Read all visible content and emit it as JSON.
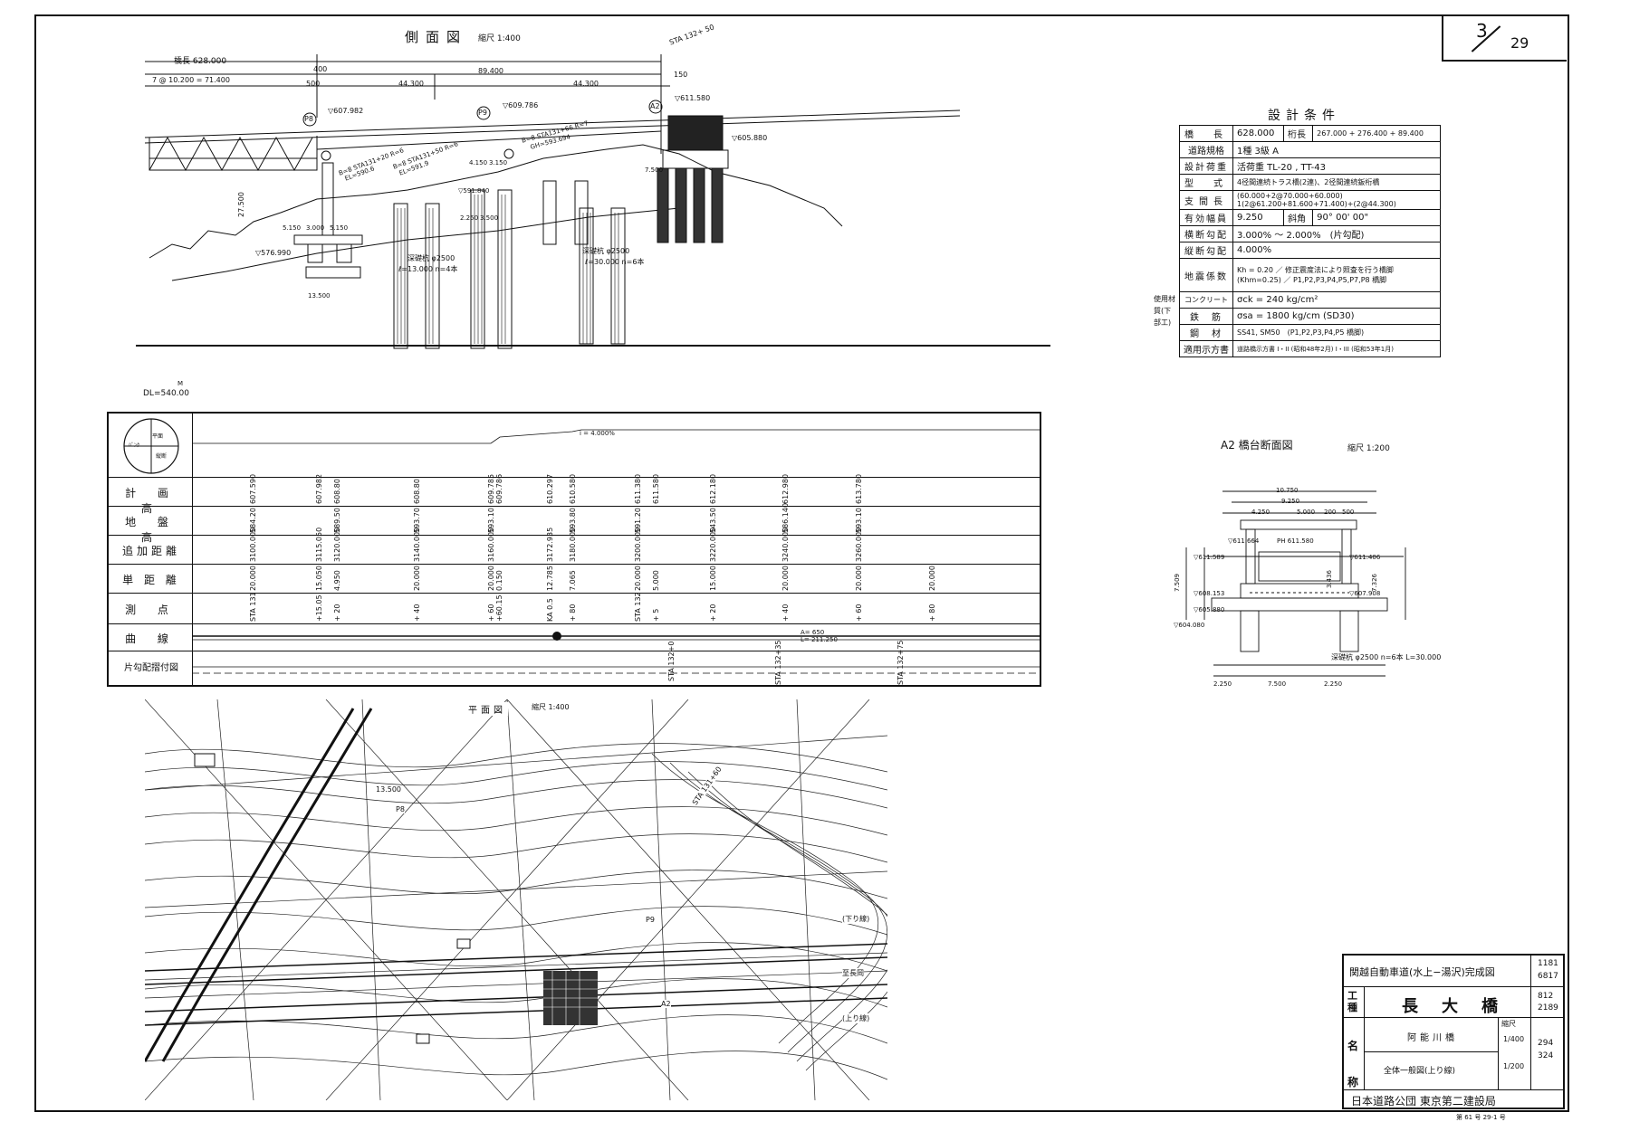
{
  "sheet": {
    "num": "3",
    "total": "29"
  },
  "side_view": {
    "title": "側面図",
    "scale": "縮尺 1:400",
    "bridge_length": "橋長 628.000",
    "span_note": "7 @ 10.200 = 71.400",
    "dims": [
      "400",
      "89.400",
      "44.300",
      "44.300",
      "500",
      "150"
    ],
    "sta_top": "STA 132+ 50",
    "pier_labels": [
      "P8",
      "P9",
      "A2"
    ],
    "elevations": [
      "▽607.982",
      "▽609.786",
      "▽611.580",
      "▽605.880"
    ],
    "notes": [
      "B=8 STA131+20 R=6",
      "EL=590.6",
      "B=8 STA131+50 R=6",
      "EL=591.9",
      "B=8 STA131+66 R=7",
      "GH=593.694"
    ],
    "pile_note1": "深礎杭 φ2500",
    "pile_note1b": "ℓ=13.000 n=4本",
    "pile_note2": "深礎杭 φ2500",
    "pile_note2b": "ℓ=30.000 n=6本",
    "dl": "DL=540.00",
    "dl_m": "M",
    "misc_dims": [
      "27.500",
      "5.150",
      "3.000",
      "5.150",
      "13.500",
      "4.150",
      "3.150",
      "2.250",
      "3.500",
      "7.500"
    ],
    "left_elev": "▽576.990",
    "right_elev": "▽591.840",
    "slope": "i = 4.000%"
  },
  "profile_table": {
    "rows": [
      "計 画 高",
      "地 盤 高",
      "追加距離",
      "単 距 離",
      "測 点",
      "曲 線",
      "片勾配摺付図"
    ],
    "circle_labels": [
      "ﾊﾞﾝｸ",
      "平面",
      "縦断"
    ],
    "plan_heights": [
      "607.590",
      "607.982",
      "608.80",
      "608.80",
      "609.785",
      "609.786",
      "610.297",
      "610.580",
      "611.380",
      "611.580",
      "612.180",
      "612.980",
      "613.780"
    ],
    "ground_heights": [
      "584.20",
      "589.50",
      "593.70",
      "593.10",
      "593.80",
      "591.20",
      "543.50",
      "586.140",
      "593.10"
    ],
    "cum_dist": [
      "3100.000",
      "3115.050",
      "3120.000",
      "3140.000",
      "3160.000",
      "3172.935",
      "3180.000",
      "3200.000",
      "3220.000",
      "3240.000",
      "3260.000"
    ],
    "single_dist": [
      "20.000",
      "15.050",
      "4.950",
      "20.000",
      "20.000",
      "0.150",
      "12.785",
      "7.065",
      "20.000",
      "5.000",
      "15.000",
      "20.000",
      "20.000",
      "20.000"
    ],
    "stations": [
      "STA 131",
      "+15.05",
      "+ 20",
      "+ 40",
      "+ 60",
      "+60.15",
      "KA 0.5",
      "+ 80",
      "STA 132",
      "+ 5",
      "+ 20",
      "+ 40",
      "+ 60",
      "+ 80"
    ],
    "curve": [
      "A= 650",
      "L= 211.250"
    ],
    "super_elev": [
      "STA 132+0",
      "STA 132+35",
      "STA 132+75"
    ]
  },
  "design": {
    "title": "設計条件",
    "rows": [
      {
        "k": "橋　長",
        "v": "628.000",
        "k2": "桁長",
        "v2": "267.000 + 276.400 + 89.400"
      },
      {
        "k": "道路規格",
        "v": "1種 3級 A"
      },
      {
        "k": "設計荷重",
        "v": "活荷重 TL-20 , TT-43"
      },
      {
        "k": "型　式",
        "v": "4径間連続トラス橋(2連)、2径間連続鈑桁橋"
      },
      {
        "k": "支間長",
        "v": "(60.000+2@70.000+60.000) 1(2@61.200+81.600+71.400)+(2@44.300)"
      },
      {
        "k": "有効幅員",
        "v": "9.250",
        "k2": "斜角",
        "v2": "90° 00' 00\""
      },
      {
        "k": "横断勾配",
        "v": "3.000% 〜 2.000%　(片勾配)"
      },
      {
        "k": "縦断勾配",
        "v": "4.000%"
      },
      {
        "k": "地震係数",
        "v": "Kh = 0.20 ／ 修正震度法により照査を行う橋脚 (Khm=0.25) ／ P1,P2,P3,P4,P5,P7,P8 橋脚"
      },
      {
        "k": "コンクリート",
        "v": "σck = 240 kg/cm²"
      },
      {
        "k": "鉄　筋",
        "v": "σsa = 1800 kg/cm (SD30)"
      },
      {
        "k": "鋼　材",
        "v": "SS41, SM50　(P1,P2,P3,P4,P5 橋脚)"
      },
      {
        "k": "適用示方書",
        "v": "道路橋示方書 I・II (昭和48年2月) I・III (昭和53年1月)"
      }
    ],
    "side_label": "使用材質(下部工)"
  },
  "abutment": {
    "title": "A2 橋台断面図",
    "scale": "縮尺 1:200",
    "dims_top": [
      "10.750",
      "9.250",
      "4.250",
      "5.000",
      "200",
      "500"
    ],
    "elevs": [
      "▽611.664",
      "PH 611.580",
      "▽611.589",
      "▽611.406",
      "▽607.908",
      "▽608.153",
      "▽605.880",
      "▽604.080"
    ],
    "pile": "深礎杭 φ2500 n=6本 L=30.000",
    "dims_bottom": [
      "2.250",
      "7.500",
      "2.250"
    ],
    "dims_side": [
      "7.509",
      "7.326",
      "3.436"
    ]
  },
  "plan": {
    "title": "平面図",
    "scale": "縮尺 1:400",
    "labels": [
      "STA 131+60",
      "13.500",
      "P8",
      "P9",
      "A2",
      "(下り線)",
      "(上り線)",
      "至長岡"
    ]
  },
  "title_block": {
    "project": "関越自動車道(水上−湯沢)完成図",
    "code1": "1181",
    "code2": "6817",
    "kind_label": "工種",
    "bridge": "長　大　橋",
    "code3": "812",
    "code4": "2189",
    "name_label": "名称",
    "river": "阿能川橋",
    "scale_label": "縮尺",
    "scale1": "1/400",
    "scale2": "1/200",
    "code5": "294",
    "code6": "324",
    "drawing": "全体一般図(上り線)",
    "org": "日本道路公団 東京第二建設局",
    "footer": "第 61 号 29-1 号"
  }
}
